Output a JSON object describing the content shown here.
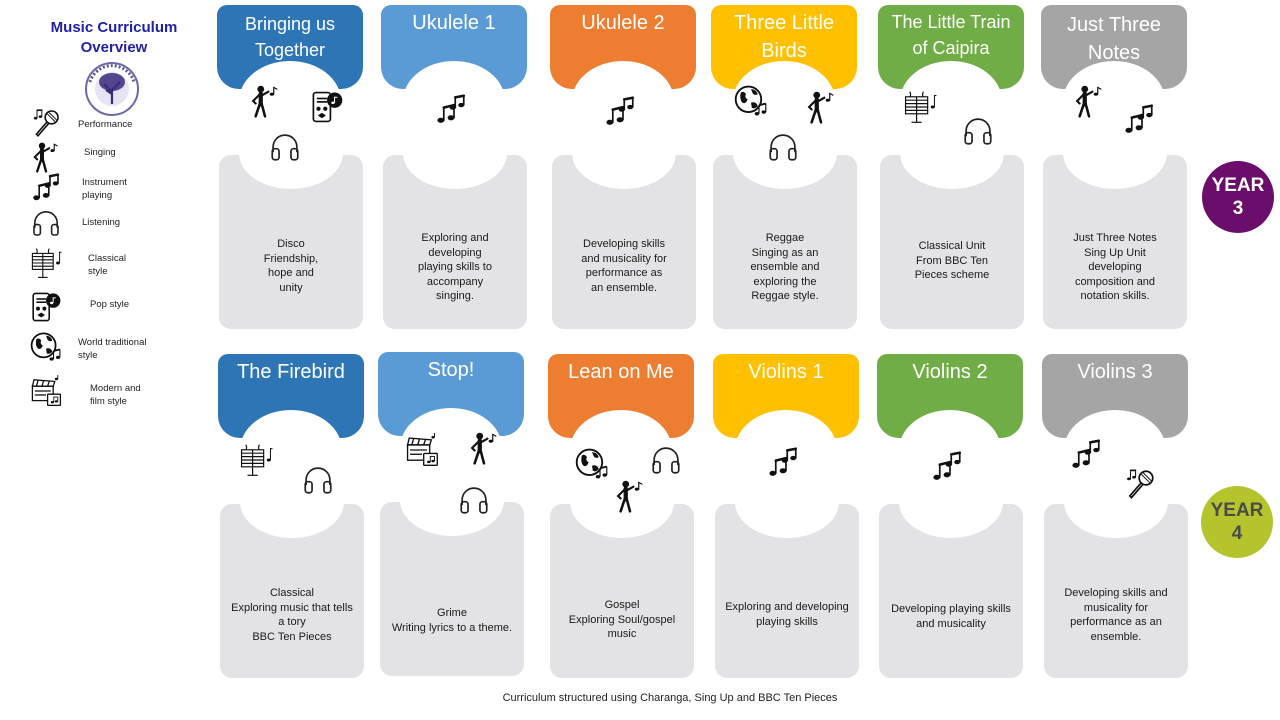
{
  "title": "Music Curriculum Overview",
  "colors": {
    "blue_dark": "#2e75b6",
    "blue_light": "#5b9bd5",
    "orange": "#ed7d31",
    "yellow": "#ffc000",
    "green": "#70ad47",
    "grey": "#a5a5a5",
    "year3": "#6b0d6b",
    "year4": "#b5c42d",
    "body": "#e3e3e6"
  },
  "key": [
    {
      "label": "Performance",
      "icon": "microphone-icon"
    },
    {
      "label": "Singing",
      "icon": "singer-icon"
    },
    {
      "label": "Instrument playing",
      "icon": "music-notes-icon"
    },
    {
      "label": "Listening",
      "icon": "headphones-icon"
    },
    {
      "label": "Classical style",
      "icon": "sheet-music-icon"
    },
    {
      "label": "Pop style",
      "icon": "phone-music-icon"
    },
    {
      "label": "World traditional style",
      "icon": "globe-music-icon"
    },
    {
      "label": "Modern and film style",
      "icon": "clapperboard-music-icon"
    }
  ],
  "years": [
    {
      "label": "YEAR 3",
      "line1": "YEAR",
      "line2": "3"
    },
    {
      "label": "YEAR 4",
      "line1": "YEAR",
      "line2": "4"
    }
  ],
  "units": [
    {
      "title": "Bringing us Together",
      "text": "Disco\nFriendship,\nhope and\nunity",
      "icons": [
        "singer-icon",
        "phone-music-icon",
        "headphones-icon"
      ]
    },
    {
      "title": "Ukulele 1",
      "text": "Exploring and\ndeveloping\nplaying skills to\naccompany\nsinging.",
      "icons": [
        "music-notes-icon"
      ]
    },
    {
      "title": "Ukulele 2",
      "text": "Developing skills\nand musicality for\nperformance as\nan ensemble.",
      "icons": [
        "music-notes-icon"
      ]
    },
    {
      "title": "Three Little Birds",
      "text": "Reggae\nSinging as an\nensemble and\nexploring the\nReggae style.",
      "icons": [
        "globe-music-icon",
        "singer-icon",
        "headphones-icon"
      ]
    },
    {
      "title": "The Little Train of Caipira",
      "text": "Classical Unit\nFrom BBC Ten\nPieces scheme",
      "icons": [
        "sheet-music-icon",
        "headphones-icon"
      ]
    },
    {
      "title": "Just Three Notes",
      "text": "Just Three Notes\nSing Up Unit\ndeveloping\ncomposition and\nnotation skills.",
      "icons": [
        "singer-icon",
        "music-notes-icon"
      ]
    },
    {
      "title": "The Firebird",
      "text": "Classical\nExploring music that tells\na tory\nBBC Ten Pieces",
      "icons": [
        "sheet-music-icon",
        "headphones-icon"
      ]
    },
    {
      "title": "Stop!",
      "text": "Grime\nWriting lyrics to a theme.",
      "icons": [
        "clapperboard-music-icon",
        "singer-icon",
        "headphones-icon"
      ]
    },
    {
      "title": "Lean on Me",
      "text": "Gospel\nExploring Soul/gospel\nmusic",
      "icons": [
        "globe-music-icon",
        "headphones-icon",
        "singer-icon"
      ]
    },
    {
      "title": "Violins 1",
      "text": "Exploring and developing\nplaying skills",
      "icons": [
        "music-notes-icon"
      ]
    },
    {
      "title": "Violins 2",
      "text": "Developing playing skills\nand musicality",
      "icons": [
        "music-notes-icon"
      ]
    },
    {
      "title": "Violins 3",
      "text": "Developing skills and\nmusicality for\nperformance as an\nensemble.",
      "icons": [
        "music-notes-icon",
        "microphone-icon"
      ]
    }
  ],
  "footer": "Curriculum structured  using Charanga, Sing Up and BBC Ten Pieces"
}
